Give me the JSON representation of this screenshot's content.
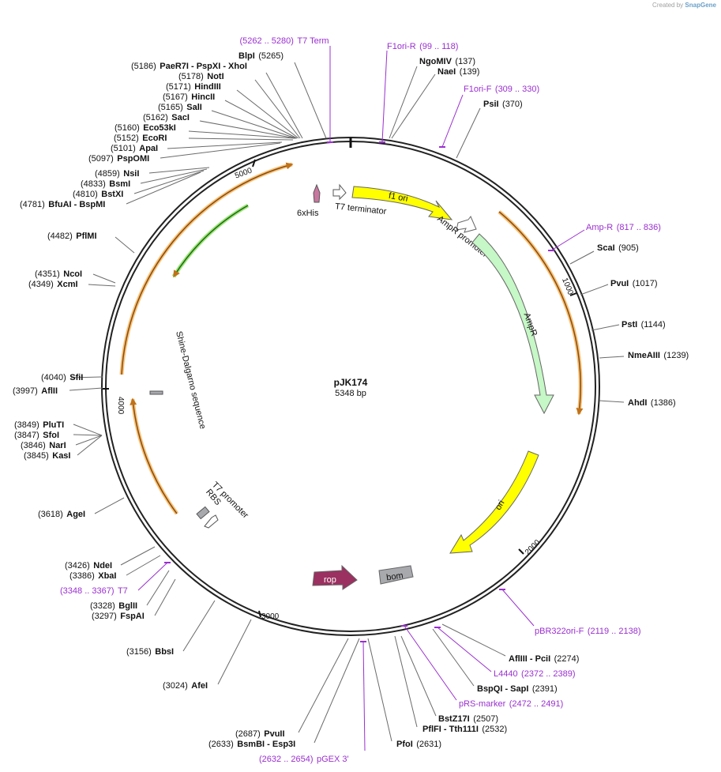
{
  "credit": {
    "prefix": "Created by",
    "brand": "SnapGene"
  },
  "plasmid": {
    "name": "pJK174",
    "size_label": "5348 bp",
    "length": 5348
  },
  "ticks": [
    {
      "label": "1000",
      "bp": 1000
    },
    {
      "label": "2000",
      "bp": 2000
    },
    {
      "label": "3000",
      "bp": 3000
    },
    {
      "label": "4000",
      "bp": 4000
    },
    {
      "label": "5000",
      "bp": 5000
    }
  ],
  "colors": {
    "primer": "#9a2fd0",
    "yellow": "#ffff00",
    "green": "#c6f7c6",
    "rop": "#9b3160",
    "bom": "#a8a9ad",
    "orange": "#f5a623"
  },
  "sites": [
    {
      "id": "site-blpi",
      "pos_label": "(5265)",
      "name": "BlpI",
      "pos_first": false,
      "type": "enzyme"
    },
    {
      "id": "site-paer7i",
      "pos_label": "(5186)",
      "name": "PaeR7I - PspXI - XhoI",
      "pos_first": true,
      "type": "enzyme"
    },
    {
      "id": "site-noti",
      "pos_label": "(5178)",
      "name": "NotI",
      "pos_first": true,
      "type": "enzyme"
    },
    {
      "id": "site-hindiii",
      "pos_label": "(5171)",
      "name": "HindIII",
      "pos_first": true,
      "type": "enzyme"
    },
    {
      "id": "site-hincii",
      "pos_label": "(5167)",
      "name": "HincII",
      "pos_first": true,
      "type": "enzyme"
    },
    {
      "id": "site-sali",
      "pos_label": "(5165)",
      "name": "SalI",
      "pos_first": true,
      "type": "enzyme"
    },
    {
      "id": "site-saci",
      "pos_label": "(5162)",
      "name": "SacI",
      "pos_first": true,
      "type": "enzyme"
    },
    {
      "id": "site-eco53ki",
      "pos_label": "(5160)",
      "name": "Eco53kI",
      "pos_first": true,
      "type": "enzyme"
    },
    {
      "id": "site-ecori",
      "pos_label": "(5152)",
      "name": "EcoRI",
      "pos_first": true,
      "type": "enzyme"
    },
    {
      "id": "site-apai",
      "pos_label": "(5101)",
      "name": "ApaI",
      "pos_first": true,
      "type": "enzyme"
    },
    {
      "id": "site-pspomi",
      "pos_label": "(5097)",
      "name": "PspOMI",
      "pos_first": true,
      "type": "enzyme"
    },
    {
      "id": "site-nsii",
      "pos_label": "(4859)",
      "name": "NsiI",
      "pos_first": true,
      "type": "enzyme"
    },
    {
      "id": "site-bsmi",
      "pos_label": "(4833)",
      "name": "BsmI",
      "pos_first": true,
      "type": "enzyme"
    },
    {
      "id": "site-bstxi",
      "pos_label": "(4810)",
      "name": "BstXI",
      "pos_first": true,
      "type": "enzyme"
    },
    {
      "id": "site-bfuai",
      "pos_label": "(4781)",
      "name": "BfuAI - BspMI",
      "pos_first": true,
      "type": "enzyme"
    },
    {
      "id": "site-pflmi",
      "pos_label": "(4482)",
      "name": "PflMI",
      "pos_first": true,
      "type": "enzyme"
    },
    {
      "id": "site-ncoi",
      "pos_label": "(4351)",
      "name": "NcoI",
      "pos_first": true,
      "type": "enzyme"
    },
    {
      "id": "site-xcmi",
      "pos_label": "(4349)",
      "name": "XcmI",
      "pos_first": true,
      "type": "enzyme"
    },
    {
      "id": "site-sfii",
      "pos_label": "(4040)",
      "name": "SfiI",
      "pos_first": true,
      "type": "enzyme"
    },
    {
      "id": "site-aflii",
      "pos_label": "(3997)",
      "name": "AflII",
      "pos_first": true,
      "type": "enzyme"
    },
    {
      "id": "site-pluti",
      "pos_label": "(3849)",
      "name": "PluTI",
      "pos_first": true,
      "type": "enzyme"
    },
    {
      "id": "site-sfoi",
      "pos_label": "(3847)",
      "name": "SfoI",
      "pos_first": true,
      "type": "enzyme"
    },
    {
      "id": "site-nari",
      "pos_label": "(3846)",
      "name": "NarI",
      "pos_first": true,
      "type": "enzyme"
    },
    {
      "id": "site-kasi",
      "pos_label": "(3845)",
      "name": "KasI",
      "pos_first": true,
      "type": "enzyme"
    },
    {
      "id": "site-agei",
      "pos_label": "(3618)",
      "name": "AgeI",
      "pos_first": true,
      "type": "enzyme"
    },
    {
      "id": "site-ndei",
      "pos_label": "(3426)",
      "name": "NdeI",
      "pos_first": true,
      "type": "enzyme"
    },
    {
      "id": "site-xbai",
      "pos_label": "(3386)",
      "name": "XbaI",
      "pos_first": true,
      "type": "enzyme"
    },
    {
      "id": "site-t7",
      "pos_label": "(3348 .. 3367)",
      "name": "T7",
      "pos_first": true,
      "type": "primer"
    },
    {
      "id": "site-bglii",
      "pos_label": "(3328)",
      "name": "BglII",
      "pos_first": true,
      "type": "enzyme"
    },
    {
      "id": "site-fspai",
      "pos_label": "(3297)",
      "name": "FspAI",
      "pos_first": true,
      "type": "enzyme"
    },
    {
      "id": "site-bbsi",
      "pos_label": "(3156)",
      "name": "BbsI",
      "pos_first": true,
      "type": "enzyme"
    },
    {
      "id": "site-afei",
      "pos_label": "(3024)",
      "name": "AfeI",
      "pos_first": true,
      "type": "enzyme"
    },
    {
      "id": "site-pvuii",
      "pos_label": "(2687)",
      "name": "PvuII",
      "pos_first": true,
      "type": "enzyme"
    },
    {
      "id": "site-bsmbi",
      "pos_label": "(2633)",
      "name": "BsmBI - Esp3I",
      "pos_first": true,
      "type": "enzyme"
    },
    {
      "id": "site-pgex3",
      "pos_label": "(2632 .. 2654)",
      "name": "pGEX 3'",
      "pos_first": true,
      "type": "primer"
    },
    {
      "id": "site-pfoi",
      "pos_label": "(2631)",
      "name": "PfoI",
      "pos_first": false,
      "type": "enzyme"
    },
    {
      "id": "site-pflfi",
      "pos_label": "(2532)",
      "name": "PflFI - Tth111I",
      "pos_first": false,
      "type": "enzyme"
    },
    {
      "id": "site-bstz17i",
      "pos_label": "(2507)",
      "name": "BstZ17I",
      "pos_first": false,
      "type": "enzyme"
    },
    {
      "id": "site-rsmarker",
      "pos_label": "(2472 .. 2491)",
      "name": "pRS-marker",
      "pos_first": false,
      "type": "primer"
    },
    {
      "id": "site-bspqi",
      "pos_label": "(2391)",
      "name": "BspQI - SapI",
      "pos_first": false,
      "type": "enzyme"
    },
    {
      "id": "site-l4440",
      "pos_label": "(2372 .. 2389)",
      "name": "L4440",
      "pos_first": false,
      "type": "primer"
    },
    {
      "id": "site-afliii",
      "pos_label": "(2274)",
      "name": "AflIII - PciI",
      "pos_first": false,
      "type": "enzyme"
    },
    {
      "id": "site-pbr322ori",
      "pos_label": "(2119 .. 2138)",
      "name": "pBR322ori-F",
      "pos_first": false,
      "type": "primer"
    },
    {
      "id": "site-ahdi",
      "pos_label": "(1386)",
      "name": "AhdI",
      "pos_first": false,
      "type": "enzyme"
    },
    {
      "id": "site-nmeaiii",
      "pos_label": "(1239)",
      "name": "NmeAIII",
      "pos_first": false,
      "type": "enzyme"
    },
    {
      "id": "site-psti",
      "pos_label": "(1144)",
      "name": "PstI",
      "pos_first": false,
      "type": "enzyme"
    },
    {
      "id": "site-pvui",
      "pos_label": "(1017)",
      "name": "PvuI",
      "pos_first": false,
      "type": "enzyme"
    },
    {
      "id": "site-scai",
      "pos_label": "(905)",
      "name": "ScaI",
      "pos_first": false,
      "type": "enzyme"
    },
    {
      "id": "site-ampr-primer",
      "pos_label": "(817 .. 836)",
      "name": "Amp-R",
      "pos_first": false,
      "type": "primer"
    },
    {
      "id": "site-psii",
      "pos_label": "(370)",
      "name": "PsiI",
      "pos_first": false,
      "type": "enzyme"
    },
    {
      "id": "site-f1orif",
      "pos_label": "(309 .. 330)",
      "name": "F1ori-F",
      "pos_first": false,
      "type": "primer"
    },
    {
      "id": "site-naei",
      "pos_label": "(139)",
      "name": "NaeI",
      "pos_first": false,
      "type": "enzyme"
    },
    {
      "id": "site-ngomiv",
      "pos_label": "(137)",
      "name": "NgoMIV",
      "pos_first": false,
      "type": "enzyme"
    },
    {
      "id": "site-f1orir",
      "pos_label": "(99 .. 118)",
      "name": "F1ori-R",
      "pos_first": false,
      "type": "primer"
    },
    {
      "id": "site-t7term",
      "pos_label": "(5262 .. 5280)",
      "name": "T7 Term",
      "pos_first": true,
      "type": "primer"
    }
  ],
  "features": [
    {
      "id": "f1-ori",
      "label": "f1 ori"
    },
    {
      "id": "ampr-promoter",
      "label": "AmpR promoter"
    },
    {
      "id": "ampr",
      "label": "AmpR"
    },
    {
      "id": "ori",
      "label": "ori"
    },
    {
      "id": "rop",
      "label": "rop"
    },
    {
      "id": "bom",
      "label": "bom"
    },
    {
      "id": "t7-terminator",
      "label": "T7 terminator"
    },
    {
      "id": "6xhis",
      "label": "6xHis"
    },
    {
      "id": "shine-dalgarno",
      "label": "Shine-Dalgarno sequence"
    },
    {
      "id": "t7-promoter",
      "label": "T7 promoter"
    },
    {
      "id": "rbs",
      "label": "RBS"
    }
  ]
}
